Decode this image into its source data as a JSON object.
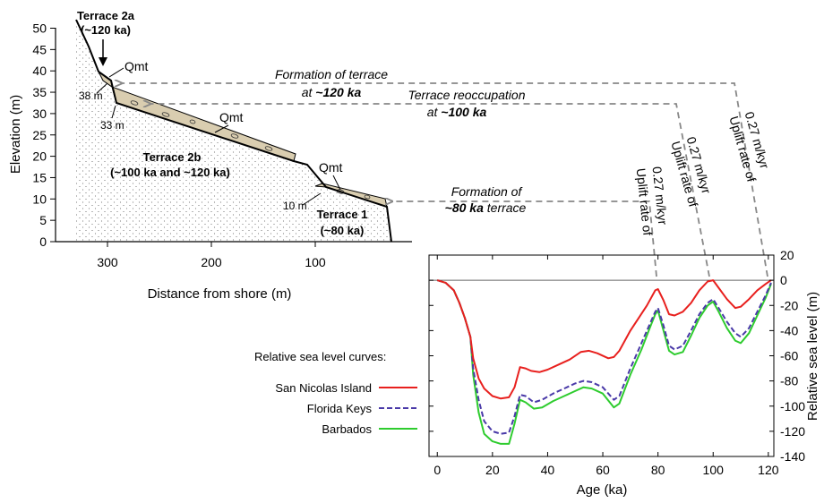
{
  "profile": {
    "ylabel": "Elevation (m)",
    "xlabel": "Distance from shore (m)",
    "y_ticks": [
      "50",
      "45",
      "40",
      "35",
      "30",
      "25",
      "20",
      "15",
      "10",
      "5",
      "0"
    ],
    "x_ticks": [
      "300",
      "200",
      "100"
    ],
    "labels": {
      "terrace_2a_line1": "Terrace 2a",
      "terrace_2a_line2": "(~120 ka)",
      "terrace_2b_line1": "Terrace 2b",
      "terrace_2b_line2": "(~100 ka and ~120 ka)",
      "terrace_1_line1": "Terrace 1",
      "terrace_1_line2": "(~80 ka)",
      "qmt": "Qmt",
      "elev_38": "38 m",
      "elev_33": "33 m",
      "elev_10": "10 m"
    }
  },
  "annotations": {
    "formation_120_a": "Formation of terrace",
    "formation_120_b_pre": "at ",
    "formation_120_b_bold": "~120 ka",
    "reocc_a": "Terrace reoccupation",
    "reocc_b_pre": "at ",
    "reocc_b_bold": "~100 ka",
    "formation_80_a": "Formation of",
    "formation_80_b_bold": "~80 ka",
    "formation_80_b_post": " terrace",
    "uplift_line1": "Uplift rate of",
    "uplift_line2": "0.27 m/kyr"
  },
  "legend": {
    "title": "Relative sea level curves:",
    "items": [
      {
        "label": "San Nicolas Island",
        "color": "#e8201e",
        "style": "solid"
      },
      {
        "label": "Florida Keys",
        "color": "#4a3aa8",
        "style": "dashed"
      },
      {
        "label": "Barbados",
        "color": "#2ecc2e",
        "style": "solid"
      }
    ]
  },
  "chart_data": {
    "type": "line",
    "xlabel": "Age (ka)",
    "ylabel": "Relative sea level (m)",
    "xlim": [
      -3,
      122
    ],
    "ylim": [
      -140,
      20
    ],
    "x_ticks": [
      0,
      20,
      40,
      60,
      80,
      100,
      120
    ],
    "y_ticks": [
      20,
      0,
      -20,
      -40,
      -60,
      -80,
      -100,
      -120,
      -140
    ],
    "reference_line": 0,
    "series": [
      {
        "name": "San Nicolas Island",
        "color": "#e8201e",
        "points": [
          [
            0,
            0
          ],
          [
            3,
            -2
          ],
          [
            6,
            -8
          ],
          [
            8,
            -18
          ],
          [
            10,
            -30
          ],
          [
            12,
            -45
          ],
          [
            13,
            -62
          ],
          [
            15,
            -78
          ],
          [
            17,
            -86
          ],
          [
            20,
            -92
          ],
          [
            23,
            -94
          ],
          [
            26,
            -93
          ],
          [
            28,
            -85
          ],
          [
            30,
            -69
          ],
          [
            32,
            -70
          ],
          [
            34,
            -72
          ],
          [
            37,
            -73
          ],
          [
            40,
            -71
          ],
          [
            44,
            -67
          ],
          [
            48,
            -63
          ],
          [
            52,
            -57
          ],
          [
            55,
            -56
          ],
          [
            58,
            -58
          ],
          [
            62,
            -62
          ],
          [
            64,
            -61
          ],
          [
            66,
            -56
          ],
          [
            70,
            -40
          ],
          [
            73,
            -30
          ],
          [
            76,
            -20
          ],
          [
            79,
            -8
          ],
          [
            80,
            -7
          ],
          [
            82,
            -16
          ],
          [
            84,
            -27
          ],
          [
            86,
            -28
          ],
          [
            89,
            -25
          ],
          [
            92,
            -18
          ],
          [
            95,
            -8
          ],
          [
            98,
            -1
          ],
          [
            100,
            0
          ],
          [
            102,
            -6
          ],
          [
            105,
            -15
          ],
          [
            108,
            -22
          ],
          [
            110,
            -21
          ],
          [
            113,
            -15
          ],
          [
            116,
            -8
          ],
          [
            119,
            -3
          ],
          [
            121,
            0
          ]
        ]
      },
      {
        "name": "Florida Keys",
        "color": "#4a3aa8",
        "points": [
          [
            0,
            0
          ],
          [
            3,
            -2
          ],
          [
            6,
            -8
          ],
          [
            8,
            -18
          ],
          [
            10,
            -30
          ],
          [
            12,
            -45
          ],
          [
            13,
            -70
          ],
          [
            15,
            -95
          ],
          [
            17,
            -112
          ],
          [
            20,
            -120
          ],
          [
            23,
            -122
          ],
          [
            26,
            -121
          ],
          [
            28,
            -108
          ],
          [
            30,
            -91
          ],
          [
            32,
            -92
          ],
          [
            35,
            -97
          ],
          [
            38,
            -95
          ],
          [
            42,
            -90
          ],
          [
            46,
            -86
          ],
          [
            50,
            -82
          ],
          [
            53,
            -80
          ],
          [
            56,
            -81
          ],
          [
            60,
            -85
          ],
          [
            64,
            -95
          ],
          [
            66,
            -92
          ],
          [
            70,
            -70
          ],
          [
            74,
            -50
          ],
          [
            77,
            -35
          ],
          [
            79,
            -25
          ],
          [
            80,
            -22
          ],
          [
            82,
            -36
          ],
          [
            84,
            -52
          ],
          [
            86,
            -55
          ],
          [
            89,
            -52
          ],
          [
            92,
            -40
          ],
          [
            95,
            -27
          ],
          [
            98,
            -18
          ],
          [
            100,
            -15
          ],
          [
            102,
            -22
          ],
          [
            105,
            -33
          ],
          [
            108,
            -42
          ],
          [
            110,
            -45
          ],
          [
            113,
            -38
          ],
          [
            116,
            -25
          ],
          [
            119,
            -12
          ],
          [
            121,
            -2
          ]
        ]
      },
      {
        "name": "Barbados",
        "color": "#2ecc2e",
        "points": [
          [
            0,
            0
          ],
          [
            3,
            -2
          ],
          [
            6,
            -8
          ],
          [
            8,
            -18
          ],
          [
            10,
            -30
          ],
          [
            12,
            -45
          ],
          [
            13,
            -75
          ],
          [
            15,
            -105
          ],
          [
            17,
            -122
          ],
          [
            20,
            -128
          ],
          [
            23,
            -130
          ],
          [
            26,
            -130
          ],
          [
            28,
            -114
          ],
          [
            30,
            -95
          ],
          [
            32,
            -97
          ],
          [
            35,
            -102
          ],
          [
            38,
            -101
          ],
          [
            42,
            -96
          ],
          [
            46,
            -92
          ],
          [
            50,
            -88
          ],
          [
            53,
            -85
          ],
          [
            56,
            -86
          ],
          [
            60,
            -90
          ],
          [
            64,
            -101
          ],
          [
            66,
            -98
          ],
          [
            70,
            -75
          ],
          [
            74,
            -55
          ],
          [
            77,
            -38
          ],
          [
            79,
            -27
          ],
          [
            80,
            -24
          ],
          [
            82,
            -40
          ],
          [
            84,
            -56
          ],
          [
            86,
            -59
          ],
          [
            89,
            -57
          ],
          [
            92,
            -44
          ],
          [
            95,
            -30
          ],
          [
            98,
            -20
          ],
          [
            100,
            -17
          ],
          [
            102,
            -25
          ],
          [
            105,
            -38
          ],
          [
            108,
            -48
          ],
          [
            110,
            -50
          ],
          [
            113,
            -42
          ],
          [
            116,
            -28
          ],
          [
            119,
            -14
          ],
          [
            121,
            -3
          ]
        ]
      }
    ]
  }
}
